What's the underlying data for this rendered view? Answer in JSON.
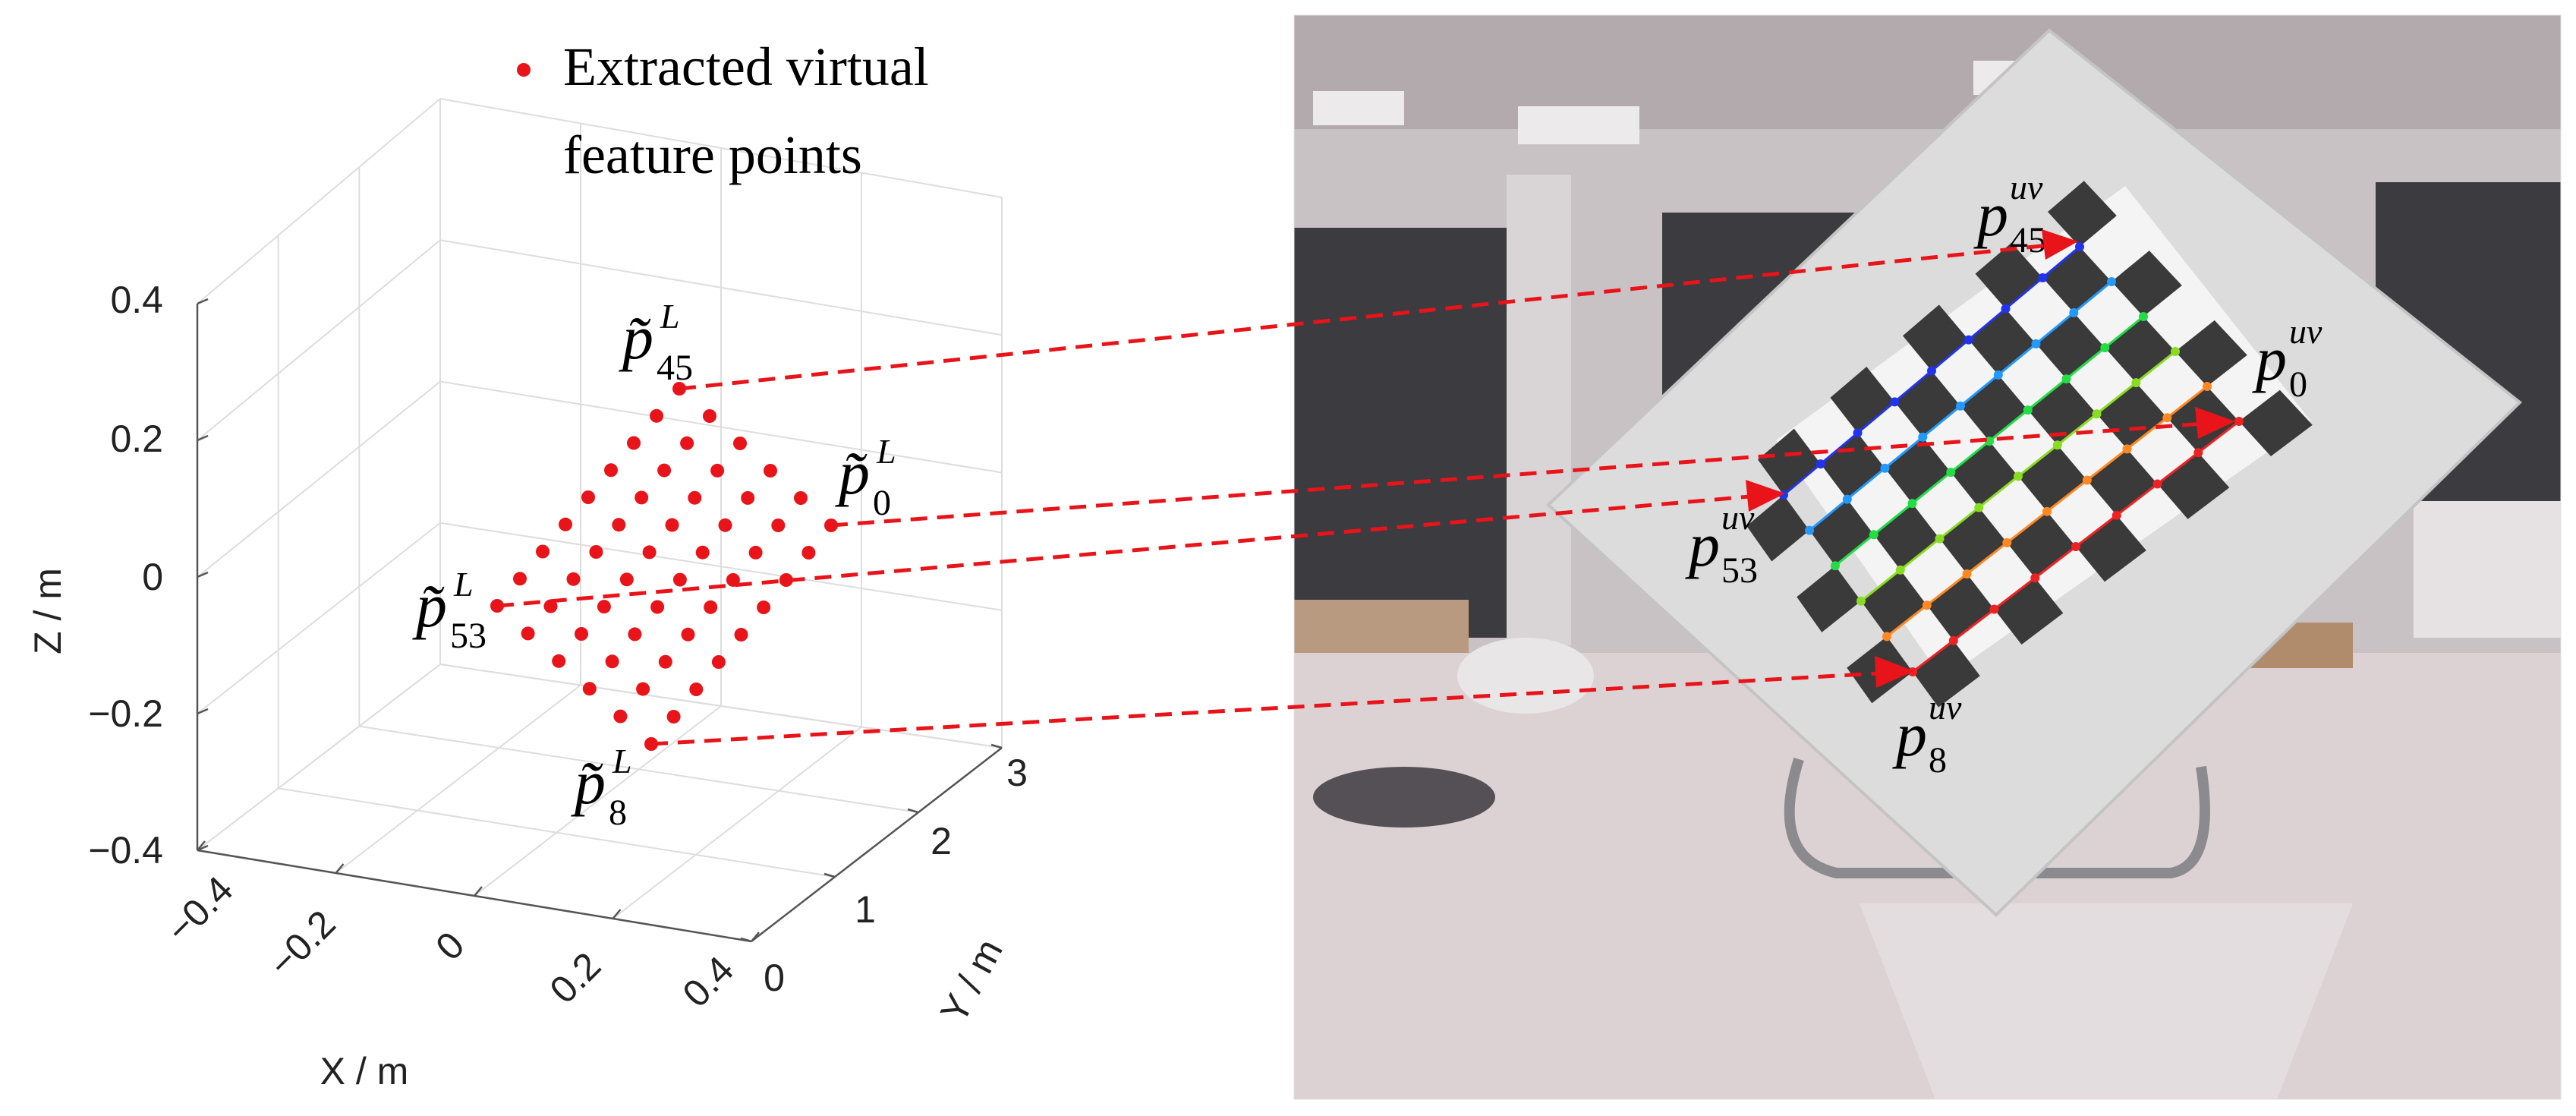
{
  "legend": {
    "label_line1": "Extracted virtual",
    "label_line2": "feature points"
  },
  "plot3d": {
    "zlabel": "Z / m",
    "xlabel": "X / m",
    "ylabel": "Y / m",
    "z_ticks": [
      "0.4",
      "0.2",
      "0",
      "−0.2",
      "−0.4"
    ],
    "x_ticks": [
      "−0.4",
      "−0.2",
      "0",
      "0.2",
      "0.4"
    ],
    "y_ticks": [
      "0",
      "1",
      "2",
      "3"
    ],
    "point_color": "#e8141a",
    "grid": true
  },
  "labels": {
    "lidar": [
      {
        "id": "p45L",
        "base": "p̃",
        "sub": "45",
        "sup": "L"
      },
      {
        "id": "p0L",
        "base": "p̃",
        "sub": "0",
        "sup": "L"
      },
      {
        "id": "p53L",
        "base": "p̃",
        "sub": "53",
        "sup": "L"
      },
      {
        "id": "p8L",
        "base": "p̃",
        "sub": "8",
        "sup": "L"
      }
    ],
    "camera": [
      {
        "id": "p45uv",
        "base": "p",
        "sub": "45",
        "sup": "uv"
      },
      {
        "id": "p0uv",
        "base": "p",
        "sub": "0",
        "sup": "uv"
      },
      {
        "id": "p53uv",
        "base": "p",
        "sub": "53",
        "sup": "uv"
      },
      {
        "id": "p8uv",
        "base": "p",
        "sub": "8",
        "sup": "uv"
      }
    ]
  },
  "arrow_color": "#e8141a",
  "photo": {
    "wall_color": "#c9c2c4",
    "floor_color": "#dcd2d4",
    "board_color": "#dcdcdc",
    "square_color": "#3a3a3a",
    "corner_colors": [
      "#2233ee",
      "#2299ff",
      "#22cccc",
      "#22dd44",
      "#88dd22",
      "#ddcc22",
      "#ff8822",
      "#ee2222"
    ]
  }
}
